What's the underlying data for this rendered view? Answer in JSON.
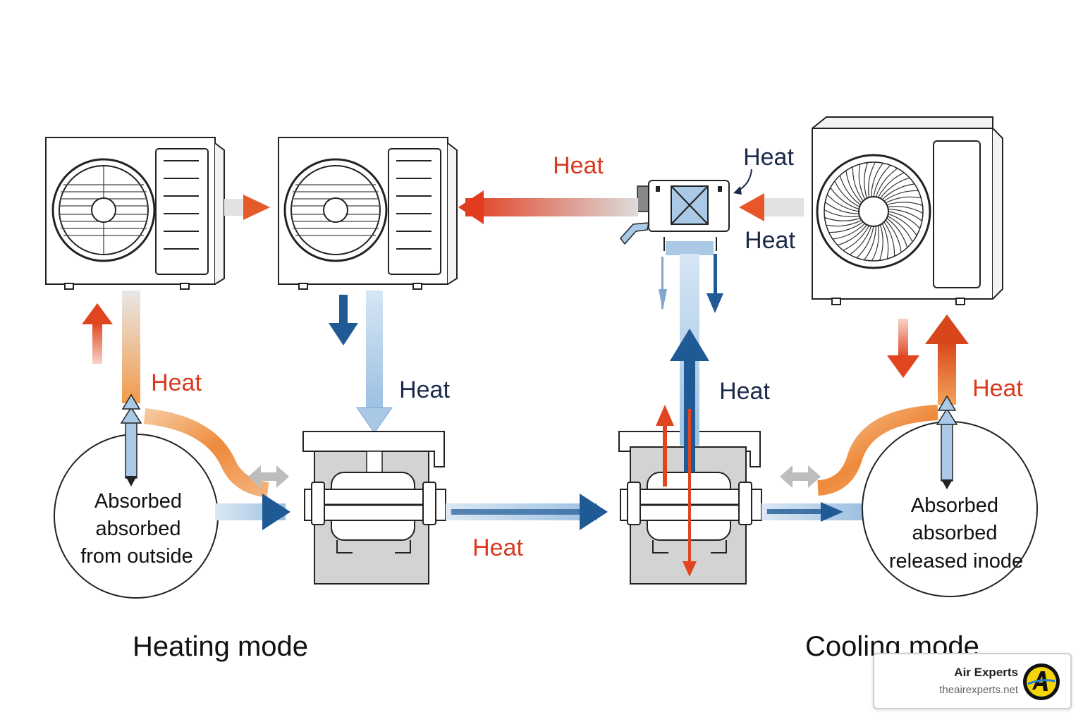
{
  "labels": {
    "heat_top_left": "Heat",
    "heat_top_right_1": "Heat",
    "heat_top_right_2": "Heat",
    "heat_left_orange": "Heat",
    "heat_left_center": "Heat",
    "heat_bottom_center": "Heat",
    "heat_right_center": "Heat",
    "heat_right_orange": "Heat"
  },
  "left_circle": {
    "line1": "Absorbed",
    "line2": "absorbed",
    "line3": "from outside"
  },
  "right_circle": {
    "line1": "Absorbed",
    "line2": "absorbed",
    "line3": "released inode"
  },
  "modes": {
    "heating": "Heating mode",
    "cooling": "Cooling mode"
  },
  "badge": {
    "name": "Air Experts",
    "url": "theairexperts.net"
  },
  "colors": {
    "heat_red": "#d9391f",
    "heat_dark_blue": "#1b2a4a",
    "arrow_blue": "#1f5a94",
    "pipe_light_blue": "#a9c9e6",
    "orange_gradient": "#e8782a",
    "logo_yellow": "#f5d50a"
  },
  "icons": {
    "outdoor_unit": "fan-unit-icon",
    "indoor_unit": "indoor-cassette-icon",
    "compressor": "compressor-icon",
    "logo": "air-experts-logo"
  }
}
